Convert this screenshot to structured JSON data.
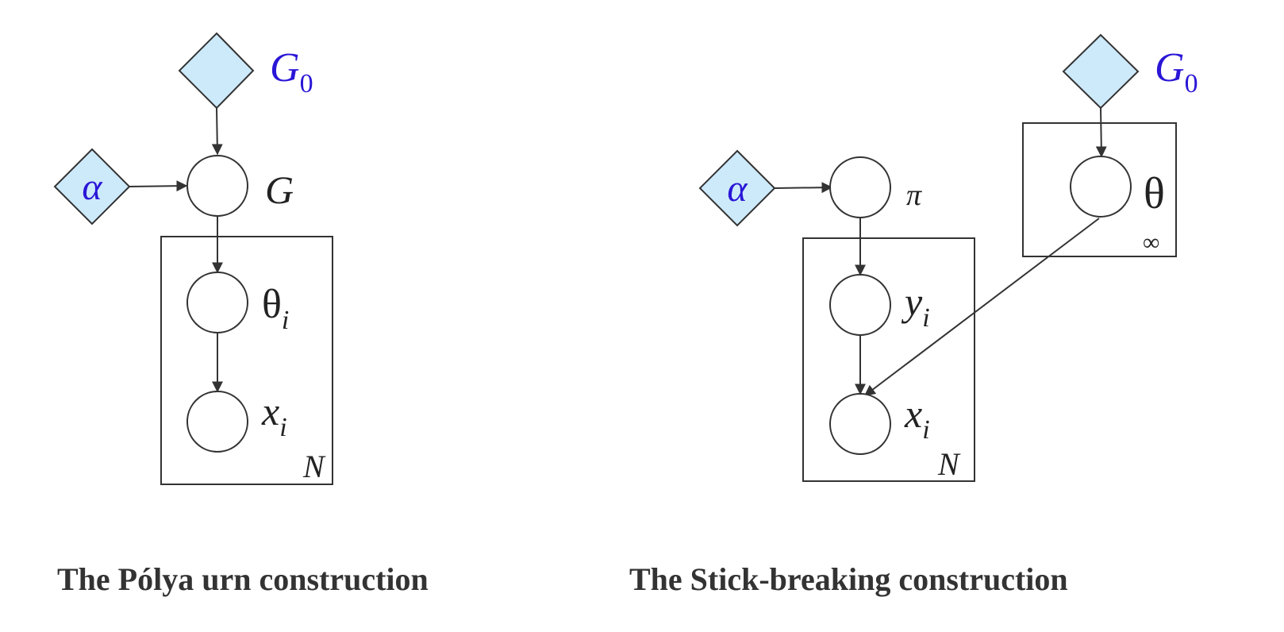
{
  "colors": {
    "hyperparameter_fill": "#cdeafb",
    "hyperparameter_text": "#2a16d6",
    "stroke": "#333333",
    "caption": "#333333"
  },
  "left": {
    "caption": "The Pólya urn construction",
    "base_measure": {
      "symbol": "G",
      "subscript": "0"
    },
    "alpha": "α",
    "G": "G",
    "theta": {
      "symbol": "θ",
      "subscript": "i"
    },
    "x": {
      "symbol": "x",
      "subscript": "i"
    },
    "plate_label": "N"
  },
  "right": {
    "caption": "The Stick-breaking construction",
    "base_measure": {
      "symbol": "G",
      "subscript": "0"
    },
    "alpha": "α",
    "pi": "π",
    "theta": "θ",
    "theta_plate_label": "∞",
    "y": {
      "symbol": "y",
      "subscript": "i"
    },
    "x": {
      "symbol": "x",
      "subscript": "i"
    },
    "plate_label": "N"
  }
}
